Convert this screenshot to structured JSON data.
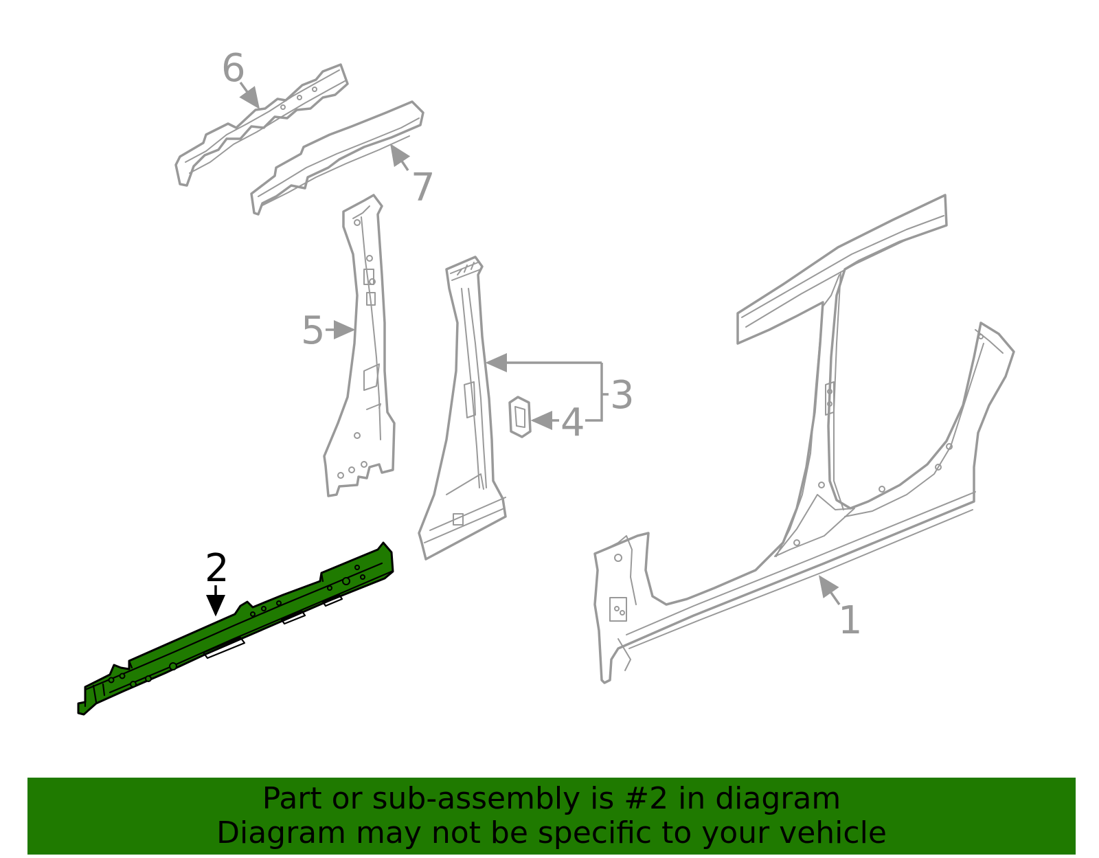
{
  "diagram": {
    "highlight_color": "#1f7a00",
    "outline_color": "#999999",
    "callouts": [
      {
        "id": "1",
        "label": "1"
      },
      {
        "id": "2",
        "label": "2"
      },
      {
        "id": "3",
        "label": "3"
      },
      {
        "id": "4",
        "label": "4"
      },
      {
        "id": "5",
        "label": "5"
      },
      {
        "id": "6",
        "label": "6"
      },
      {
        "id": "7",
        "label": "7"
      }
    ],
    "highlighted_part": "2"
  },
  "banner": {
    "line1": "Part or sub-assembly is #2 in diagram",
    "line2": "Diagram may not be specific to your vehicle",
    "background": "#1f7a00"
  }
}
